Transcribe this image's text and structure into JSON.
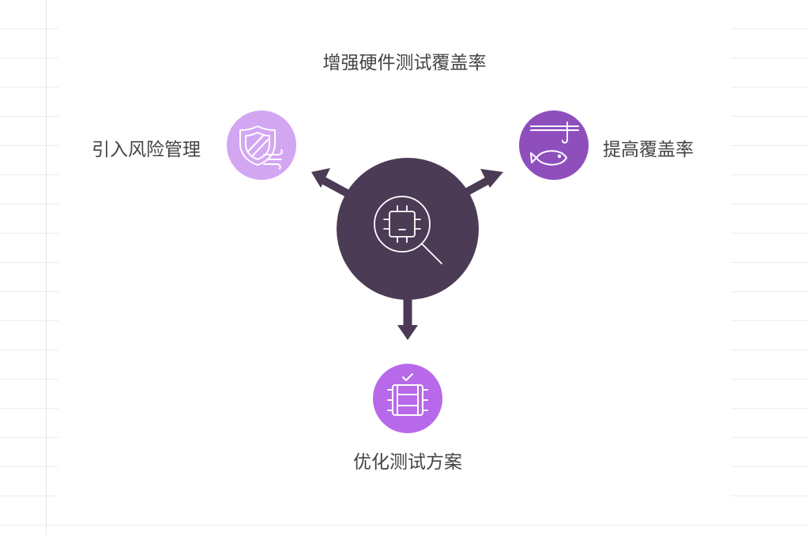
{
  "title": "增强硬件测试覆盖率",
  "center": {
    "icon": "chip-magnifier-icon",
    "color": "#4b3b55"
  },
  "nodes": [
    {
      "id": "left",
      "label": "引入风险管理",
      "icon": "shield-wind-icon",
      "color": "#d3a6f2"
    },
    {
      "id": "right",
      "label": "提高覆盖率",
      "icon": "fishing-hook-fish-icon",
      "color": "#8e4fbd"
    },
    {
      "id": "bottom",
      "label": "优化测试方案",
      "icon": "film-checklist-icon",
      "color": "#b769ea"
    }
  ]
}
